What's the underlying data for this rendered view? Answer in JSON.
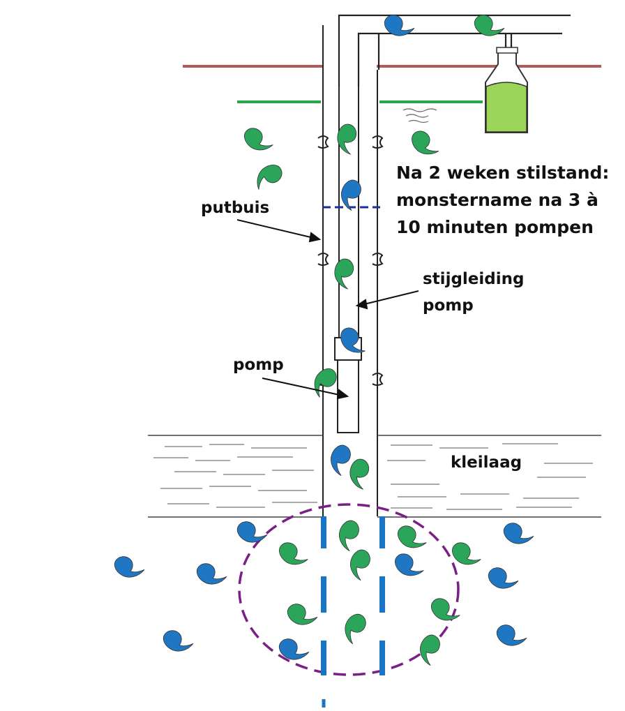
{
  "diagram": {
    "labels": {
      "note_line1": "Na 2 weken stilstand:",
      "note_line2": "monstername na 3 à",
      "note_line3": "10 minuten pompen",
      "putbuis": "putbuis",
      "stijgleiding_line1": "stijgleiding",
      "stijgleiding_line2": "pomp",
      "pomp": "pomp",
      "kleilaag": "kleilaag"
    },
    "colors": {
      "ground_level_line": "#b05a5a",
      "water_level_line": "#27a84a",
      "flask_liquid": "#9bd65a",
      "drop_blue": "#1f77c4",
      "drop_green": "#2aa55a",
      "filter_screen": "#1a74c4",
      "capture_zone": "#7a1f86",
      "fixed_water_mark": "#1a2f9a"
    }
  }
}
